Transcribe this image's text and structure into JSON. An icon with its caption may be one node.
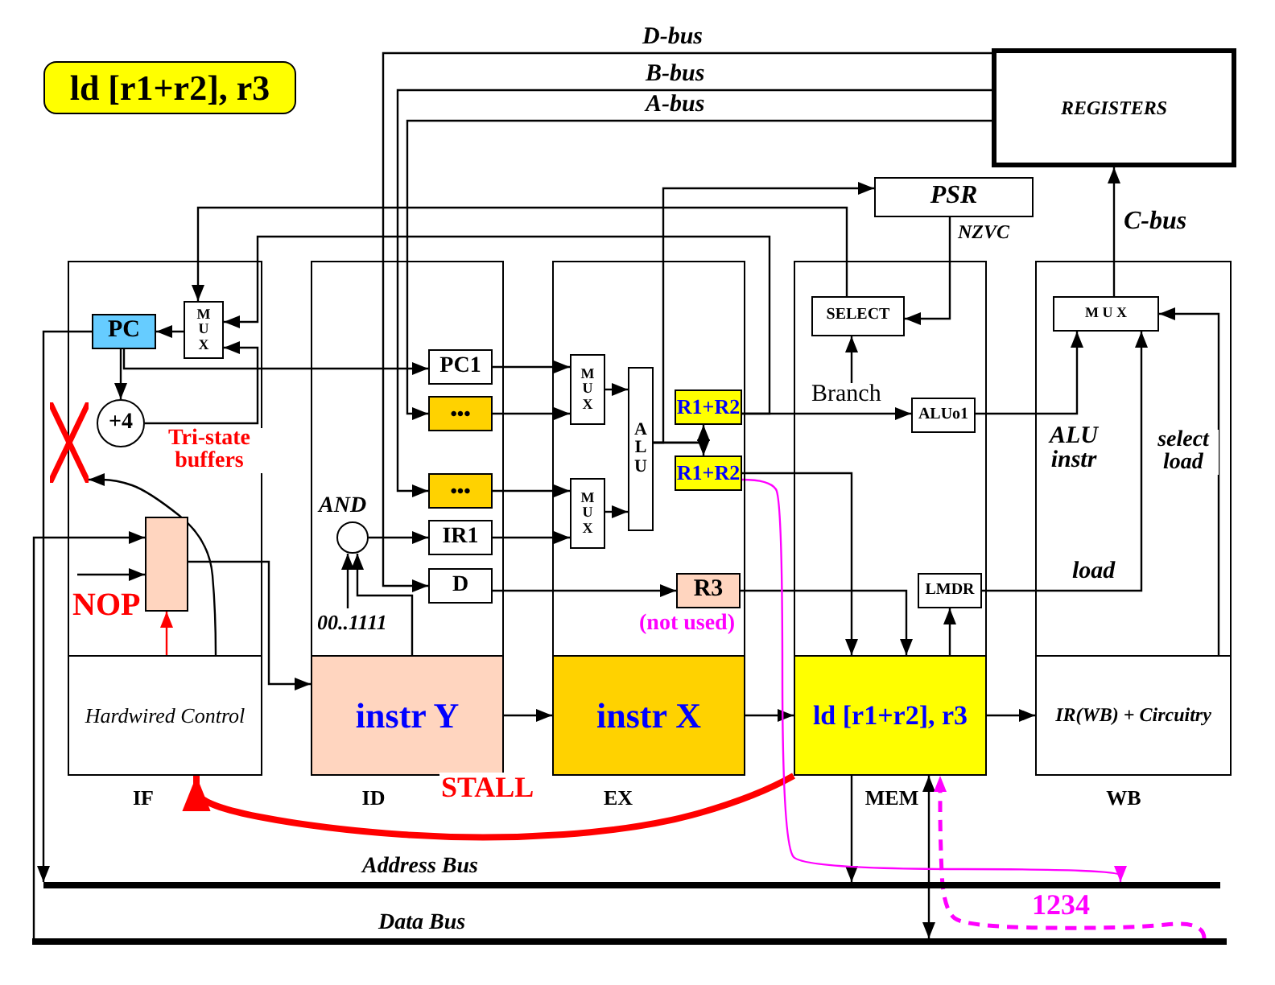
{
  "diagram": {
    "nodes": [
      {
        "text": [
          "ld [r1+r2], r3"
        ]
      },
      {
        "text": [
          "REGISTERS"
        ]
      },
      {
        "text": [
          "PSR"
        ]
      },
      {
        "text": [
          "IF"
        ]
      },
      {
        "text": [
          "PC"
        ],
        "in": 3
      },
      {
        "text": [
          "M U X"
        ],
        "in": 3
      },
      {
        "text": [
          "+4"
        ],
        "in": 3
      },
      {
        "text": [],
        "shape": "box",
        "in": 3
      },
      {
        "text": [
          "Hardwired Control"
        ],
        "in": 3
      },
      {
        "text": [
          "ID"
        ]
      },
      {
        "text": [
          "PC1"
        ],
        "in": 9
      },
      {
        "text": [
          "•••"
        ],
        "in": 9
      },
      {
        "text": [
          "•••"
        ],
        "in": 9
      },
      {
        "text": [
          "IR1"
        ],
        "in": 9
      },
      {
        "text": [
          "D"
        ],
        "in": 9
      },
      {
        "text": [
          "AND"
        ],
        "in": 9
      },
      {
        "text": [
          "instr Y"
        ],
        "in": 9
      },
      {
        "text": [
          "EX"
        ]
      },
      {
        "text": [
          "M U X"
        ],
        "in": 17
      },
      {
        "text": [
          "M U X"
        ],
        "in": 17
      },
      {
        "text": [
          "A L U"
        ],
        "in": 17
      },
      {
        "text": [
          "R1+R2"
        ],
        "in": 17
      },
      {
        "text": [
          "R1+R2"
        ],
        "in": 17
      },
      {
        "text": [
          "R3"
        ],
        "in": 17,
        "beside": [
          "(not used)"
        ]
      },
      {
        "text": [
          "instr X"
        ],
        "in": 17
      },
      {
        "text": [
          "MEM"
        ]
      },
      {
        "text": [
          "SELECT"
        ],
        "in": 25
      },
      {
        "text": [
          "ALUo1"
        ],
        "in": 25
      },
      {
        "text": [
          "LMDR"
        ],
        "in": 25
      },
      {
        "text": [
          "ld [r1+r2], r3"
        ],
        "in": 25
      },
      {
        "text": [
          "WB"
        ]
      },
      {
        "text": [
          "M U X"
        ],
        "in": 30
      },
      {
        "text": [
          "IR(WB) + Circuitry"
        ],
        "in": 30
      },
      {
        "text": [
          "Address Bus"
        ]
      },
      {
        "text": [
          "Data Bus"
        ]
      },
      {
        "text": [],
        "shape": "cross"
      }
    ],
    "edges": [
      {
        "from": 5,
        "to": 4,
        "arrow": "to"
      },
      {
        "from": 4,
        "to": 6,
        "arrow": "to"
      },
      {
        "from": 6,
        "to": 5,
        "arrow": "to"
      },
      {
        "from": 21,
        "to": 5,
        "arrow": "to"
      },
      {
        "from": 26,
        "to": 5,
        "arrow": "to"
      },
      {
        "from": 4,
        "to": 10,
        "arrow": "to"
      },
      {
        "from": 4,
        "to": 33,
        "arrow": "to"
      },
      {
        "from": 34,
        "to": 7,
        "arrow": "to"
      },
      {
        "from": null,
        "to": 7,
        "arrow": "to",
        "label": "NOP"
      },
      {
        "from": 7,
        "to": 16,
        "arrow": "to"
      },
      {
        "from": 8,
        "to": 7,
        "arrow": "to",
        "color": "#ff0000"
      },
      {
        "from": 8,
        "to": 35,
        "arrow": "to"
      },
      {
        "from": 16,
        "to": 24,
        "arrow": "to"
      },
      {
        "from": 24,
        "to": 29,
        "arrow": "to"
      },
      {
        "from": 29,
        "to": 32,
        "arrow": "to"
      },
      {
        "from": 16,
        "to": 15,
        "arrow": "to"
      },
      {
        "from": null,
        "to": 15,
        "arrow": "to",
        "label": "00..1111"
      },
      {
        "from": 15,
        "to": 13,
        "arrow": "to"
      },
      {
        "from": 1,
        "to": 14,
        "arrow": "to",
        "label": "D-bus"
      },
      {
        "from": 1,
        "to": 12,
        "arrow": "to",
        "label": "B-bus"
      },
      {
        "from": 1,
        "to": 11,
        "arrow": "to",
        "label": "A-bus"
      },
      {
        "from": 10,
        "to": 18,
        "arrow": "to"
      },
      {
        "from": 11,
        "to": 18,
        "arrow": "to"
      },
      {
        "from": 12,
        "to": 19,
        "arrow": "to"
      },
      {
        "from": 13,
        "to": 19,
        "arrow": "to"
      },
      {
        "from": 18,
        "to": 20,
        "arrow": "to"
      },
      {
        "from": 19,
        "to": 20,
        "arrow": "to"
      },
      {
        "from": 20,
        "to": 2,
        "arrow": "to"
      },
      {
        "from": 20,
        "to": 21,
        "arrow": "to"
      },
      {
        "from": 20,
        "to": 22,
        "arrow": "to"
      },
      {
        "from": 21,
        "to": 27,
        "arrow": "to"
      },
      {
        "from": 22,
        "to": 29,
        "arrow": "to"
      },
      {
        "from": 23,
        "to": 29,
        "arrow": "to"
      },
      {
        "from": 29,
        "to": 28,
        "arrow": "to"
      },
      {
        "from": 29,
        "to": 33,
        "arrow": "to"
      },
      {
        "from": 29,
        "to": 34,
        "arrow": "both"
      },
      {
        "from": 2,
        "to": 26,
        "arrow": "to",
        "label": "NZVC"
      },
      {
        "from": null,
        "to": 26,
        "arrow": "to",
        "label": "Branch"
      },
      {
        "from": 27,
        "to": 31,
        "arrow": "to",
        "label": "ALU instr"
      },
      {
        "from": 28,
        "to": 31,
        "arrow": "to",
        "label": "load"
      },
      {
        "from": 32,
        "to": 31,
        "arrow": "to",
        "label": "select load"
      },
      {
        "from": 31,
        "to": 1,
        "arrow": "to",
        "label": "C-bus"
      },
      {
        "from": 29,
        "to": 8,
        "arrow": "to",
        "label": "STALL",
        "style": "thick",
        "color": "#ff0000"
      },
      {
        "from": 22,
        "to": 33,
        "arrow": "to",
        "color": "#ff00ff"
      },
      {
        "from": 34,
        "to": 29,
        "arrow": "to",
        "label": "1234",
        "style": "dashed",
        "color": "#ff00ff"
      },
      {
        "from": 14,
        "to": 23,
        "arrow": "to"
      }
    ],
    "labels": [
      "Tri-state buffers"
    ]
  }
}
